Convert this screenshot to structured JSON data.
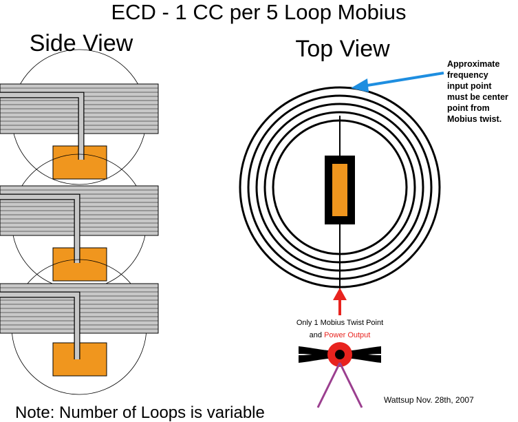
{
  "title": "ECD - 1 CC per 5 Loop Mobius",
  "side_view_label": "Side View",
  "top_view_label": "Top View",
  "annotation_lines": [
    "Approximate",
    "frequency",
    "input point",
    "must be center",
    "point from",
    "Mobius twist."
  ],
  "twist_label_line1": "Only 1 Mobius Twist Point",
  "twist_label_and": "and",
  "twist_label_power": "Power Output",
  "note": "Note: Number of Loops is variable",
  "signature": "Wattsup Nov. 28th, 2007",
  "colors": {
    "core": "#f0961e",
    "blue_arrow": "#1e8ee0",
    "red_arrow": "#e8231e",
    "wire": "#9b3f8f",
    "coil_gray": "#c8c8c8"
  }
}
